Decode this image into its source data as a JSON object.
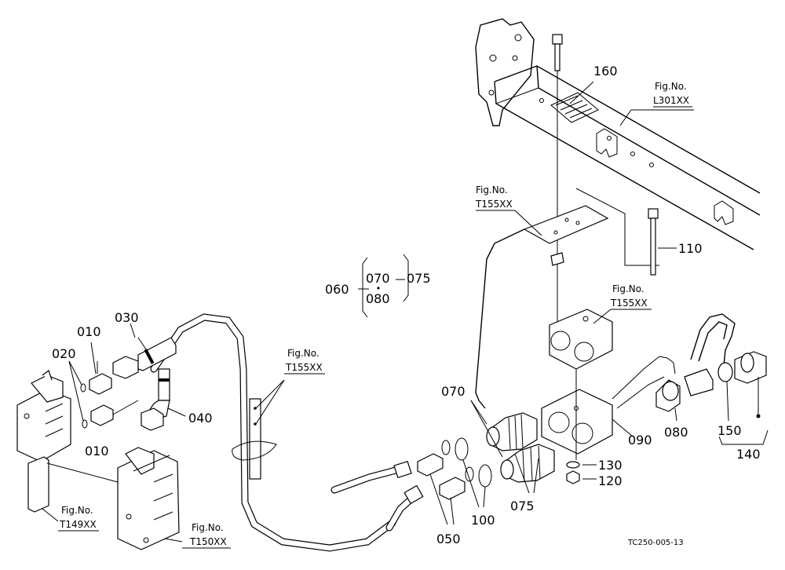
{
  "callouts": {
    "c010a": "010",
    "c010b": "010",
    "c020": "020",
    "c030": "030",
    "c040": "040",
    "c050": "050",
    "c060": "060",
    "c070a": "070",
    "c070b": "070",
    "c075a": "075",
    "c075b": "075",
    "c080a": "080",
    "c080b": "080",
    "c090": "090",
    "c100": "100",
    "c110": "110",
    "c120": "120",
    "c130": "130",
    "c140": "140",
    "c150": "150",
    "c160": "160"
  },
  "figure_refs": {
    "label": "Fig.No.",
    "l301": "L301XX",
    "t155_plate": "T155XX",
    "t155_block": "T155XX",
    "t155_clamp": "T155XX",
    "t149": "T149XX",
    "t150": "T150XX"
  },
  "drawing_code": "TC250-005-13"
}
